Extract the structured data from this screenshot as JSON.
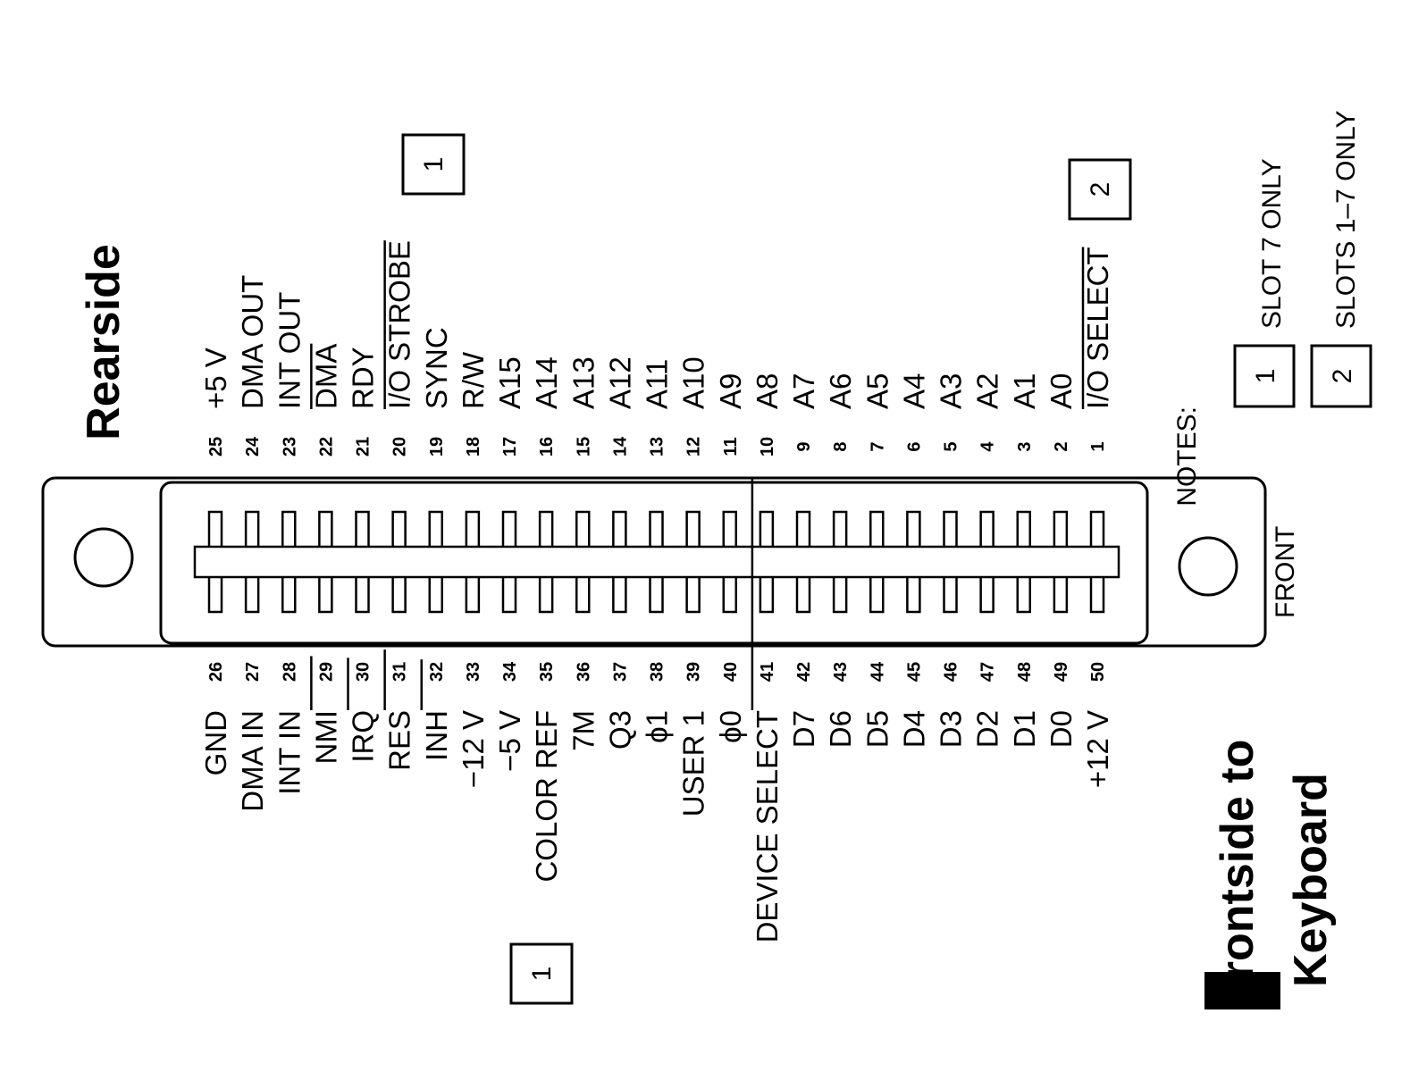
{
  "header": {
    "rear_label": "Rearside",
    "front_line1": "Frontside to",
    "front_line2": "Keyboard",
    "front_marker": "FRONT"
  },
  "rear_pins": [
    {
      "pin": "25",
      "label": "+5 V",
      "bar": false
    },
    {
      "pin": "24",
      "label": "DMA OUT",
      "bar": false
    },
    {
      "pin": "23",
      "label": "INT OUT",
      "bar": false
    },
    {
      "pin": "22",
      "label": "DMA",
      "bar": true
    },
    {
      "pin": "21",
      "label": "RDY",
      "bar": false
    },
    {
      "pin": "20",
      "label": "I/O STROBE",
      "bar": true
    },
    {
      "pin": "19",
      "label": "SYNC",
      "bar": false
    },
    {
      "pin": "18",
      "label": "R/W",
      "bar": false
    },
    {
      "pin": "17",
      "label": "A15",
      "bar": false
    },
    {
      "pin": "16",
      "label": "A14",
      "bar": false
    },
    {
      "pin": "15",
      "label": "A13",
      "bar": false
    },
    {
      "pin": "14",
      "label": "A12",
      "bar": false
    },
    {
      "pin": "13",
      "label": "A11",
      "bar": false
    },
    {
      "pin": "12",
      "label": "A10",
      "bar": false
    },
    {
      "pin": "11",
      "label": "A9",
      "bar": false
    },
    {
      "pin": "10",
      "label": "A8",
      "bar": false
    },
    {
      "pin": "9",
      "label": "A7",
      "bar": false
    },
    {
      "pin": "8",
      "label": "A6",
      "bar": false
    },
    {
      "pin": "7",
      "label": "A5",
      "bar": false
    },
    {
      "pin": "6",
      "label": "A4",
      "bar": false
    },
    {
      "pin": "5",
      "label": "A3",
      "bar": false
    },
    {
      "pin": "4",
      "label": "A2",
      "bar": false
    },
    {
      "pin": "3",
      "label": "A1",
      "bar": false
    },
    {
      "pin": "2",
      "label": "A0",
      "bar": false
    },
    {
      "pin": "1",
      "label": "I/O SELECT",
      "bar": true
    }
  ],
  "front_pins": [
    {
      "pin": "26",
      "label": "GND",
      "bar": false
    },
    {
      "pin": "27",
      "label": "DMA IN",
      "bar": false
    },
    {
      "pin": "28",
      "label": "INT IN",
      "bar": false
    },
    {
      "pin": "29",
      "label": "NMI",
      "bar": true
    },
    {
      "pin": "30",
      "label": "IRQ",
      "bar": true
    },
    {
      "pin": "31",
      "label": "RES",
      "bar": true
    },
    {
      "pin": "32",
      "label": "INH",
      "bar": true
    },
    {
      "pin": "33",
      "label": "−12 V",
      "bar": false
    },
    {
      "pin": "34",
      "label": "−5 V",
      "bar": false
    },
    {
      "pin": "35",
      "label": "COLOR REF",
      "bar": false
    },
    {
      "pin": "36",
      "label": "7M",
      "bar": false
    },
    {
      "pin": "37",
      "label": "Q3",
      "bar": false
    },
    {
      "pin": "38",
      "label": "ϕ1",
      "bar": false
    },
    {
      "pin": "39",
      "label": "USER 1",
      "bar": false
    },
    {
      "pin": "40",
      "label": "ϕ0",
      "bar": false
    },
    {
      "pin": "41",
      "label": "DEVICE SELECT",
      "bar": true
    },
    {
      "pin": "42",
      "label": "D7",
      "bar": false
    },
    {
      "pin": "43",
      "label": "D6",
      "bar": false
    },
    {
      "pin": "44",
      "label": "D5",
      "bar": false
    },
    {
      "pin": "45",
      "label": "D4",
      "bar": false
    },
    {
      "pin": "46",
      "label": "D3",
      "bar": false
    },
    {
      "pin": "47",
      "label": "D2",
      "bar": false
    },
    {
      "pin": "48",
      "label": "D1",
      "bar": false
    },
    {
      "pin": "49",
      "label": "D0",
      "bar": false
    },
    {
      "pin": "50",
      "label": "+12 V",
      "bar": false
    }
  ],
  "note_markers": {
    "rear_strobe": "1",
    "rear_select": "2",
    "front_user": "1"
  },
  "notes": {
    "title": "NOTES:",
    "items": [
      {
        "num": "1",
        "text": "SLOT 7 ONLY"
      },
      {
        "num": "2",
        "text": "SLOTS 1–7 ONLY"
      }
    ]
  }
}
